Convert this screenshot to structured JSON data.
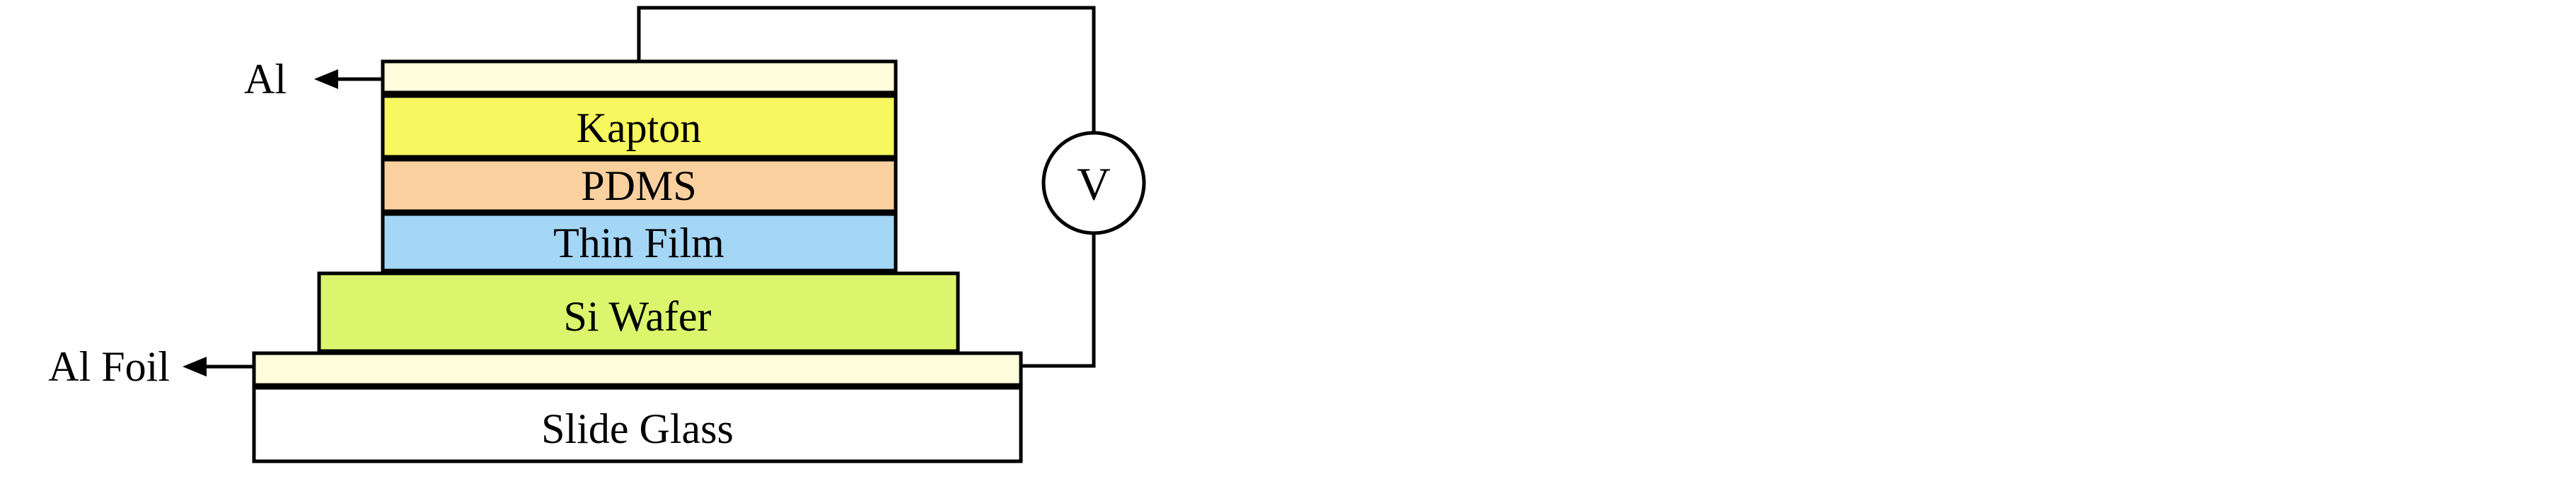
{
  "layers": [
    {
      "key": "al-electrode",
      "label": "",
      "color": "#FEFEDC"
    },
    {
      "key": "kapton",
      "label": "Kapton",
      "color": "#F7F75F"
    },
    {
      "key": "pdms",
      "label": "PDMS",
      "color": "#FAD09E"
    },
    {
      "key": "thin-film",
      "label": "Thin Film",
      "color": "#A4D6F6"
    },
    {
      "key": "si-wafer",
      "label": "Si Wafer",
      "color": "#DDF56C"
    },
    {
      "key": "al-foil",
      "label": "",
      "color": "#FEFEDC"
    },
    {
      "key": "slide-glass",
      "label": "Slide Glass",
      "color": "#FFFFFF"
    }
  ],
  "callouts": {
    "al": "Al",
    "al_foil": "Al Foil"
  },
  "meter": {
    "symbol": "V"
  },
  "colors": {
    "stroke": "#000000"
  }
}
